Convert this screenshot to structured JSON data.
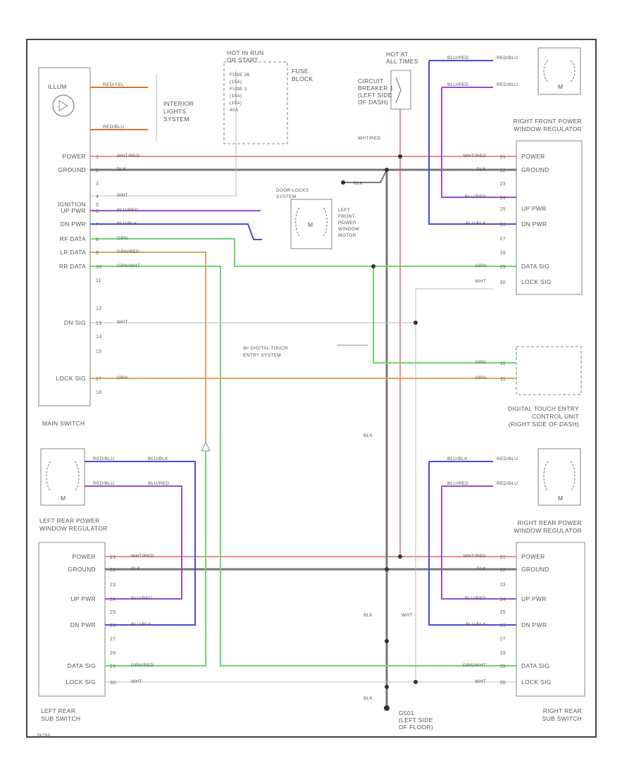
{
  "colors": {
    "red": "#f08a8a",
    "black": "#777777",
    "blue": "#4a4adf",
    "purple": "#9b4bd0",
    "green": "#6ed66e",
    "orange": "#d6a85a",
    "white": "#c8c8c8"
  },
  "labels": {
    "bulb_pin": "ILLUM",
    "ilium_wire": "RED/YEL",
    "red_blu": "RED/BLU",
    "interior_lights": "INTERIOR\nLIGHTS\nSYSTEM",
    "hot_run": "HOT IN RUN\nOR START",
    "fuse_text": "FUSE 26\n(15A)\nFUSE 2\n(15A)\n(15A)\n40A",
    "fuse_block": "FUSE\nBLOCK",
    "hot_at_all": "HOT AT\nALL TIMES",
    "circuit_breaker": "CIRCUIT\nBREAKER 1\n(LEFT SIDE\nOF DASH)",
    "wht_red_vert": "WHT/RED",
    "door_locks": "DOOR LOCKS\nSYSTEM",
    "left_front_motor": "LEFT\nFRONT\nPOWER\nWINDOW\nMOTOR",
    "digital_touch": "W/ DIGITAL TOUCH\nENTRY SYSTEM",
    "digital_unit": "DIGITAL TOUCH ENTRY\nCONTROL UNIT\n(RIGHT SIDE OF DASH)",
    "main_switch": "MAIN SWITCH",
    "left_rear_reg": "LEFT REAR POWER\nWINDOW REGULATOR",
    "right_front_reg": "RIGHT FRONT POWER\nWINDOW REGULATOR",
    "right_rear_reg": "RIGHT REAR POWER\nWINDOW REGULATOR",
    "left_rear_sub": "LEFT REAR\nSUB SWITCH",
    "right_rear_sub": "RIGHT REAR\nSUB SWITCH",
    "g_label": "G501\n(LEFT SIDE\nOF FLOOR)",
    "blk_mid": "BLK",
    "blk_low": "BLK",
    "blk_bottom": "BLK",
    "wht_low": "WHT",
    "page_id": "76790",
    "blk_vert": "BLK",
    "blk_gnd_tag": "BLK"
  },
  "main_switch_pins": [
    {
      "name": "POWER",
      "num": "1",
      "wire": "WHT/RED"
    },
    {
      "name": "GROUND",
      "num": "2",
      "wire": "BLK"
    },
    {
      "name": "",
      "num": "3",
      "wire": ""
    },
    {
      "name": "",
      "num": "4",
      "wire": "WHT"
    },
    {
      "name": "IGNITION",
      "num": "5",
      "wire": ""
    },
    {
      "name": "UP PWR",
      "num": "6",
      "wire": "BLU/RED"
    },
    {
      "name": "DN PWR",
      "num": "7",
      "wire": "BLU/BLK"
    },
    {
      "name": "RF DATA",
      "num": "8",
      "wire": "GRN"
    },
    {
      "name": "LR DATA",
      "num": "9",
      "wire": "GRN/RED"
    },
    {
      "name": "RR DATA",
      "num": "10",
      "wire": "GRN/WHT"
    },
    {
      "name": "",
      "num": "11",
      "wire": ""
    },
    {
      "name": "",
      "num": "12",
      "wire": ""
    },
    {
      "name": "DN SIG",
      "num": "13",
      "wire": "WHT"
    },
    {
      "name": "",
      "num": "14",
      "wire": ""
    },
    {
      "name": "",
      "num": "15",
      "wire": ""
    },
    {
      "name": "LOCK SIG",
      "num": "17",
      "wire": "ORN"
    },
    {
      "name": "",
      "num": "18",
      "wire": ""
    }
  ],
  "right_front_pins": [
    {
      "name": "POWER",
      "num": "21",
      "wire": "WHT/RED"
    },
    {
      "name": "GROUND",
      "num": "22",
      "wire": "BLK"
    },
    {
      "name": "",
      "num": "23",
      "wire": ""
    },
    {
      "name": "",
      "num": "24",
      "wire": "BLU/RED"
    },
    {
      "name": "UP PWR",
      "num": "25",
      "wire": ""
    },
    {
      "name": "DN PWR",
      "num": "26",
      "wire": "BLU/BLK"
    },
    {
      "name": "",
      "num": "27",
      "wire": ""
    },
    {
      "name": "",
      "num": "28",
      "wire": ""
    },
    {
      "name": "DATA SIG",
      "num": "29",
      "wire": "GRN"
    },
    {
      "name": "LOCK SIG",
      "num": "30",
      "wire": "WHT"
    }
  ],
  "left_rear_pins": [
    {
      "name": "POWER",
      "num": "21",
      "wire": "WHT/RED"
    },
    {
      "name": "GROUND",
      "num": "22",
      "wire": "BLK"
    },
    {
      "name": "",
      "num": "23",
      "wire": ""
    },
    {
      "name": "UP PWR",
      "num": "24",
      "wire": "BLU/RED"
    },
    {
      "name": "",
      "num": "25",
      "wire": ""
    },
    {
      "name": "DN PWR",
      "num": "26",
      "wire": "BLU/BLK"
    },
    {
      "name": "",
      "num": "27",
      "wire": ""
    },
    {
      "name": "",
      "num": "28",
      "wire": ""
    },
    {
      "name": "DATA SIG",
      "num": "29",
      "wire": "GRN/RED"
    },
    {
      "name": "LOCK SIG",
      "num": "30",
      "wire": "WHT"
    }
  ],
  "right_rear_pins": [
    {
      "name": "POWER",
      "num": "21",
      "wire": "WHT/RED"
    },
    {
      "name": "GROUND",
      "num": "22",
      "wire": "BLK"
    },
    {
      "name": "",
      "num": "23",
      "wire": ""
    },
    {
      "name": "UP PWR",
      "num": "24",
      "wire": "BLU/RED"
    },
    {
      "name": "",
      "num": "25",
      "wire": ""
    },
    {
      "name": "DN PWR",
      "num": "26",
      "wire": "BLU/BLK"
    },
    {
      "name": "",
      "num": "27",
      "wire": ""
    },
    {
      "name": "",
      "num": "28",
      "wire": ""
    },
    {
      "name": "DATA SIG",
      "num": "29",
      "wire": "GRN/WHT"
    },
    {
      "name": "LOCK SIG",
      "num": "30",
      "wire": "WHT"
    }
  ],
  "digital_pins": [
    {
      "num": "10",
      "wire": "GRN"
    },
    {
      "num": "11",
      "wire": "ORN"
    }
  ],
  "regulator_wires": {
    "rf_top": [
      "RED/BLU",
      "BLU/RED"
    ],
    "rf_bot": [
      "RED/BLU",
      "BLU/RED"
    ],
    "lr_top": [
      "RED/BLU",
      "BLU/BLK"
    ],
    "lr_bot": [
      "RED/BLU",
      "BLU/RED"
    ],
    "rr_top": [
      "RED/BLU",
      "BLU/BLK"
    ],
    "rr_bot": [
      "RED/BLU",
      "BLU/RED"
    ]
  }
}
